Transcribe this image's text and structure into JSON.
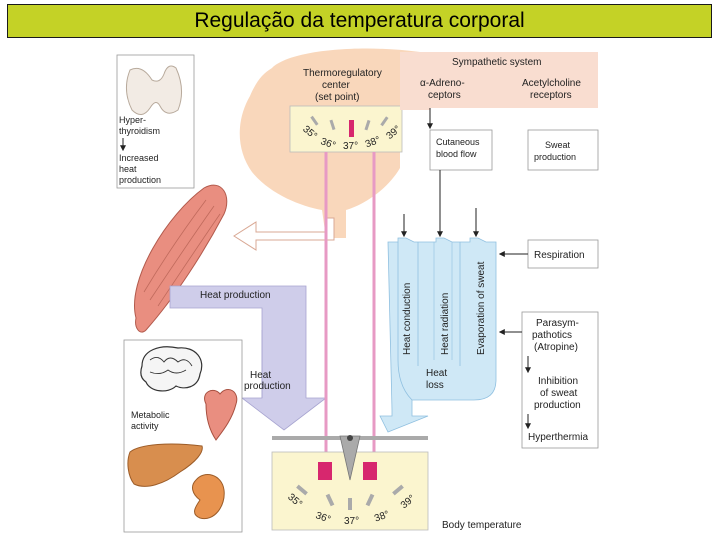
{
  "title": "Regulação da temperatura corporal",
  "labels": {
    "hyperthyroidism": [
      "Hyper-",
      "thyroidism"
    ],
    "increased_heat_production": [
      "Increased",
      "heat",
      "production"
    ],
    "thermoregulatory_center": [
      "Thermoregulatory",
      "center",
      "(set point)"
    ],
    "sympathetic_system": "Sympathetic system",
    "alpha_adrenoceptors": [
      "α-Adreno-",
      "ceptors"
    ],
    "acetylcholine_receptors": [
      "Acetylcholine",
      "receptors"
    ],
    "cutaneous_blood_flow": [
      "Cutaneous",
      "blood flow"
    ],
    "sweat_production": [
      "Sweat",
      "production"
    ],
    "respiration": "Respiration",
    "heat_conduction": "Heat conduction",
    "heat_radiation": "Heat radiation",
    "evaporation_of_sweat": "Evaporation of sweat",
    "heat_production_top": "Heat production",
    "heat_production_bottom": [
      "Heat",
      "production"
    ],
    "heat_loss": [
      "Heat",
      "loss"
    ],
    "parasympathetics": [
      "Parasym-",
      "pathotics",
      "(Atropine)"
    ],
    "inhibition_sweat": [
      "Inhibition",
      "of sweat",
      "production"
    ],
    "hyperthermia": "Hyperthermia",
    "metabolic_activity": [
      "Metabolic",
      "activity"
    ],
    "body_temperature": "Body temperature"
  },
  "scale_top": [
    "35°",
    "36°",
    "37°",
    "38°",
    "39°"
  ],
  "scale_bottom": [
    "35°",
    "36°",
    "37°",
    "38°",
    "39°"
  ],
  "colors": {
    "title_bg": "#c4d226",
    "brain": "#f9d7bb",
    "sympathetic": "#f9ddd0",
    "heat_production_arrow": "#cfcdea",
    "heat_loss_arrow": "#cfe8f6",
    "scale_box": "#fbf5cf",
    "pink_line": "#e79ac4",
    "muscle": "#e98e80",
    "kidney": "#e8934f",
    "liver": "#d88e4e"
  }
}
